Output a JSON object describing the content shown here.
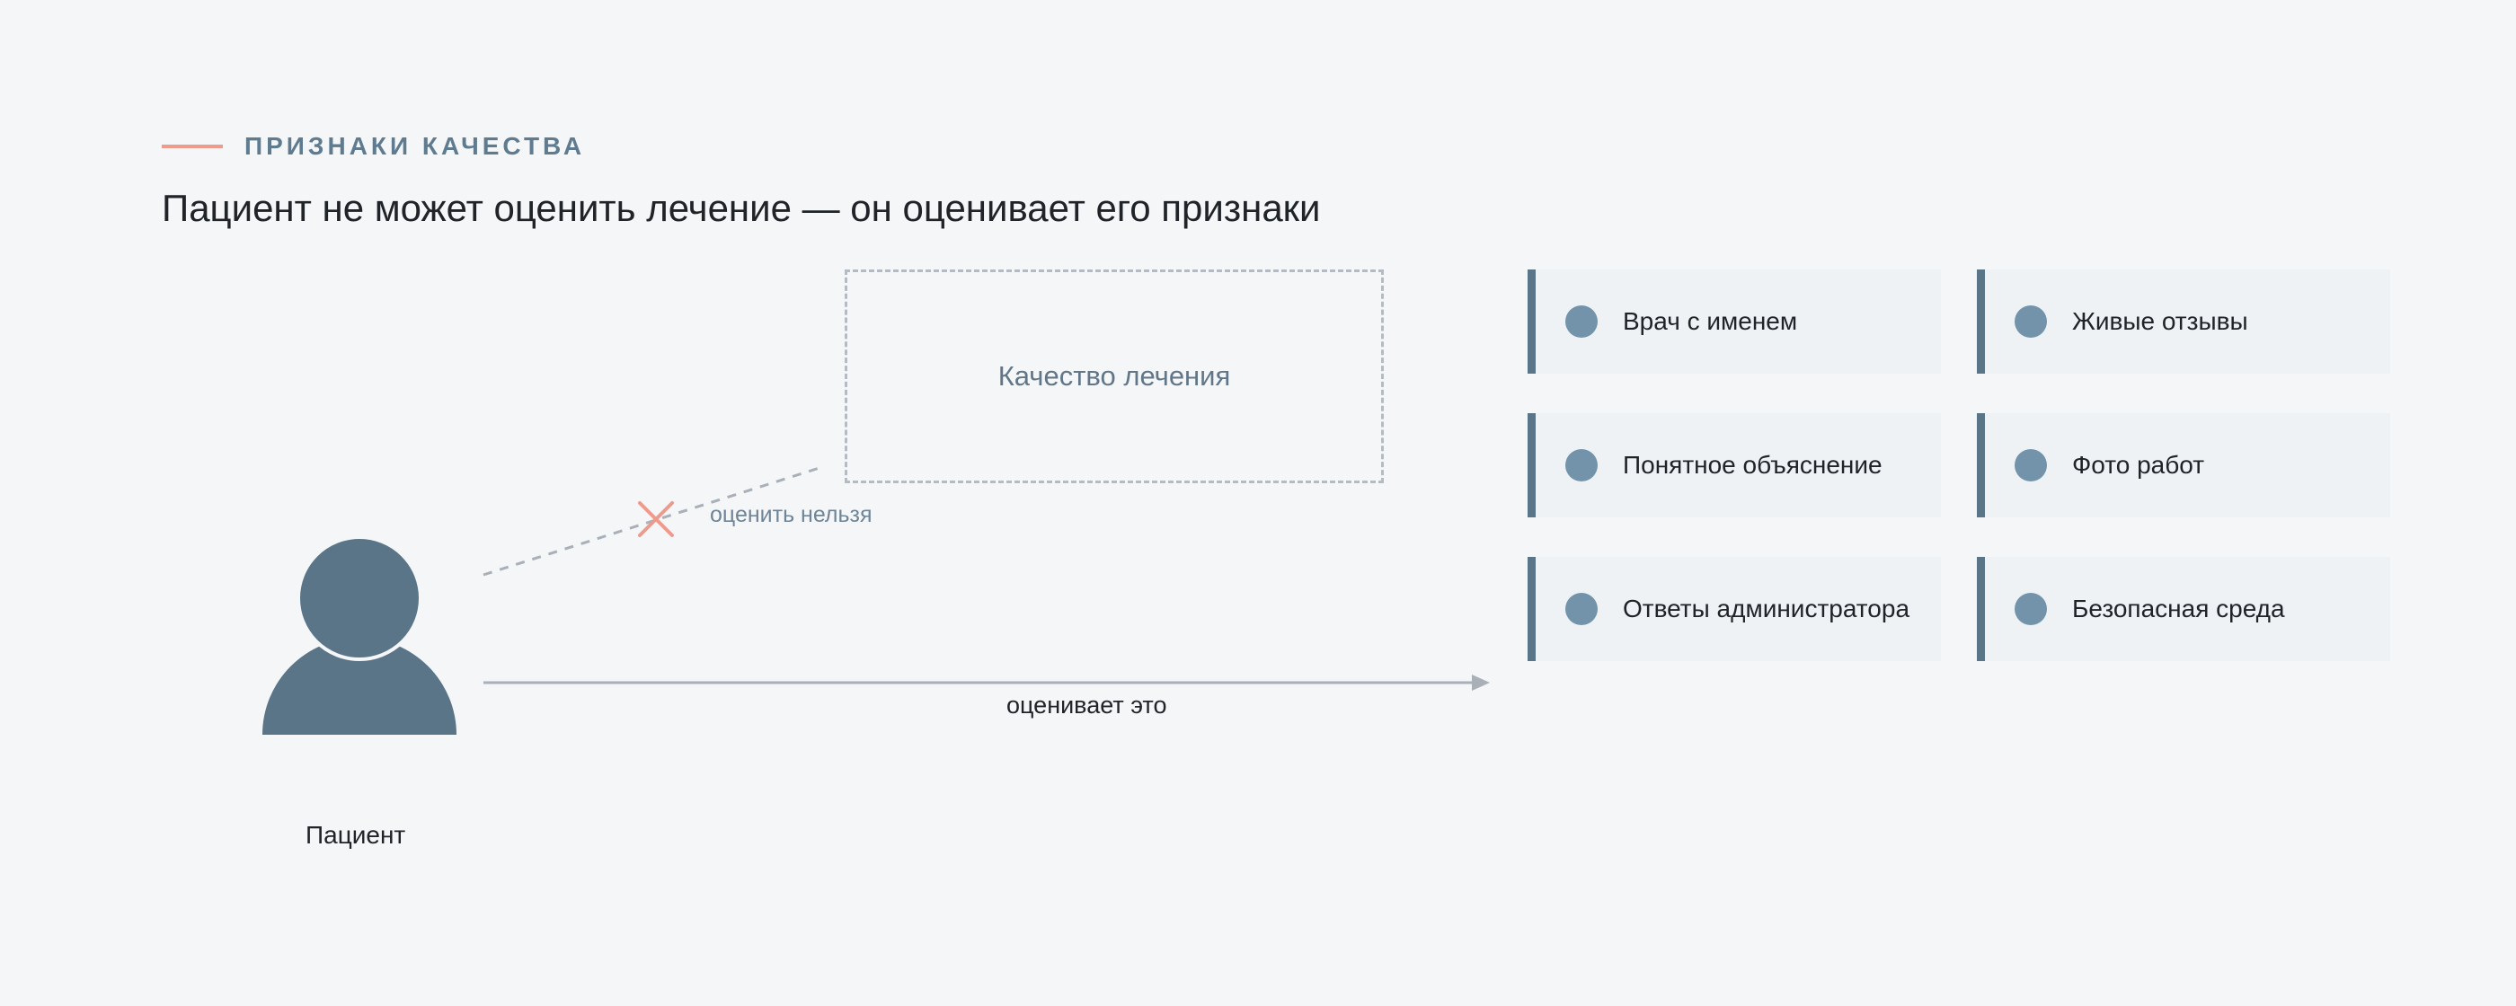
{
  "header": {
    "eyebrow": "ПРИЗНАКИ КАЧЕСТВА",
    "title": "Пациент не может оценить лечение — он оценивает его признаки"
  },
  "diagram": {
    "quality_box_label": "Качество лечения",
    "blocked_label": "оценить нельзя",
    "arrow_label": "оценивает это",
    "patient_label": "Пациент"
  },
  "signs": [
    "Врач с именем",
    "Живые отзывы",
    "Понятное объяснение",
    "Фото работ",
    "Ответы администратора",
    "Безопасная среда"
  ],
  "colors": {
    "accent": "#ee9a8d",
    "slate": "#5a7488",
    "dot": "#7393aa",
    "background": "#f4f6f8"
  }
}
